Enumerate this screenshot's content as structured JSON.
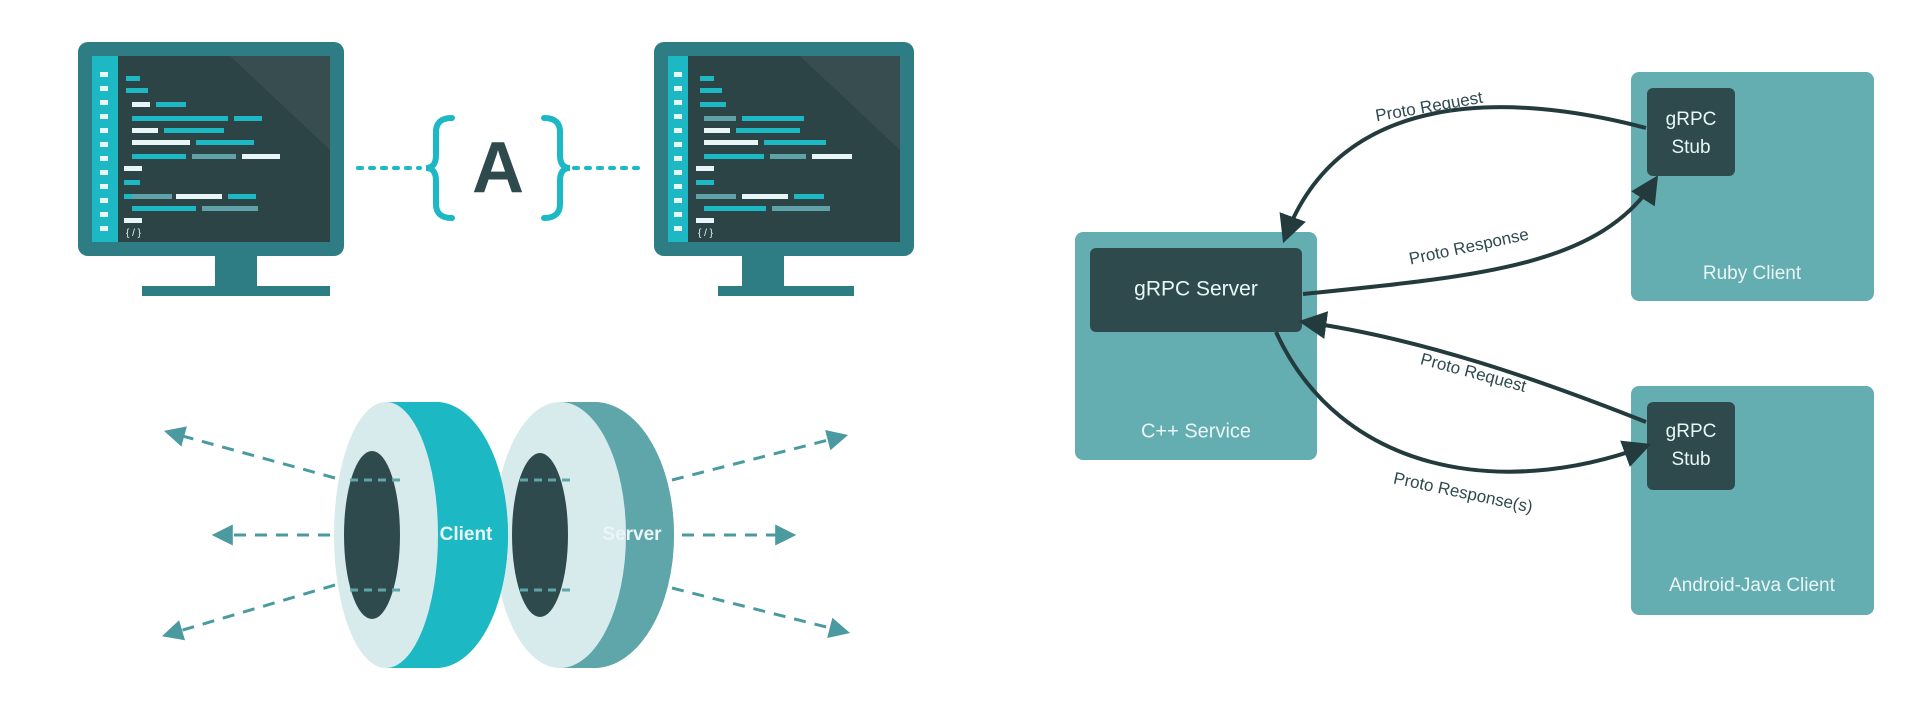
{
  "illustration": {
    "api_symbol": "A",
    "monitor_left_code_tail": "{ / }",
    "monitor_right_code_tail": "{ / }"
  },
  "rings": {
    "client_label": "Client",
    "server_label": "Server"
  },
  "architecture": {
    "service_box_label": "C++ Service",
    "server_box_label": "gRPC Server",
    "ruby_client_label": "Ruby Client",
    "android_client_label": "Android-Java Client",
    "stub_top_line1": "gRPC",
    "stub_top_line2": "Stub",
    "stub_bottom_line1": "gRPC",
    "stub_bottom_line2": "Stub",
    "arrow_ruby_request": "Proto Request",
    "arrow_ruby_response": "Proto Response",
    "arrow_android_request": "Proto Request",
    "arrow_android_response": "Proto Response(s)"
  },
  "colors": {
    "teal_dark": "#2e7d84",
    "teal_bright": "#1cb8c4",
    "teal_box": "#64adb1",
    "slate": "#2f4a4d",
    "arrow": "#233b3d"
  }
}
